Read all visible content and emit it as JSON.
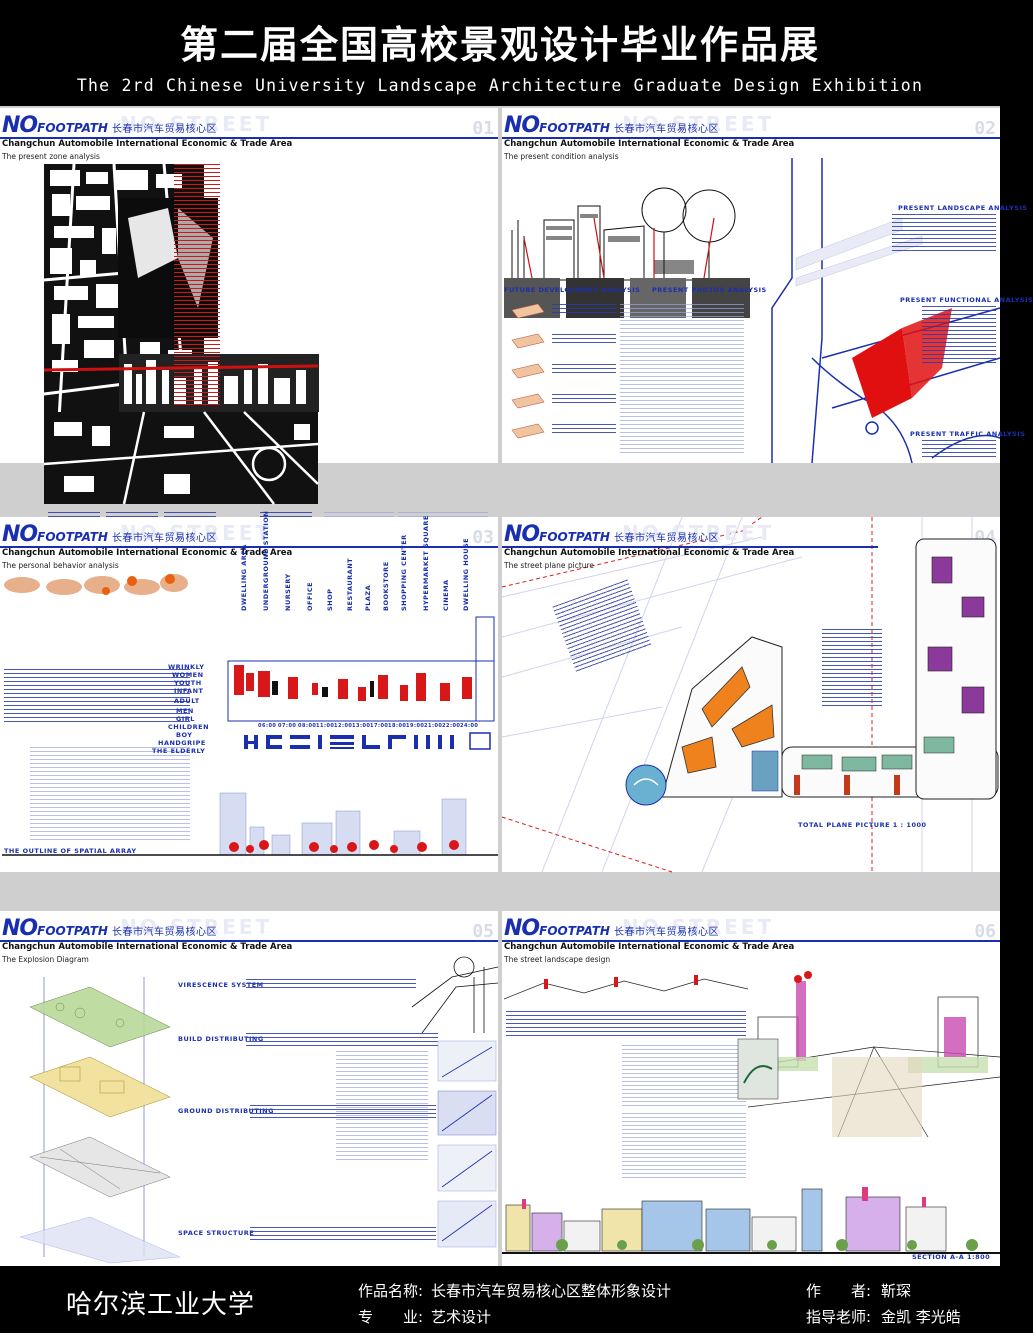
{
  "header": {
    "title_cn": "第二届全国高校景观设计毕业作品展",
    "title_en": "The 2rd Chinese University Landscape Architecture Graduate Design Exhibition"
  },
  "brand": {
    "no": "NO",
    "footpath": "FOOTPATH",
    "subtitle": "Changchun Automobile International Economic & Trade Area",
    "ghost": "NO STREET"
  },
  "panels": {
    "p1": {
      "section": "The present zone analysis",
      "num": "01"
    },
    "p2": {
      "section": "The present condition analysis",
      "num": "02",
      "future": "FUTURE DEVELOPMENT ANALYSIS",
      "photos": "PRESENT PHOTOS ANALYSIS",
      "landscape": "PRESENT LANDSCAPE ANALYSIS",
      "functional": "PRESENT FUNCTIONAL ANALYSIS",
      "traffic": "PRESENT TRAFFIC ANALYSIS"
    },
    "p3": {
      "section": "The personal behavior analysis",
      "num": "03",
      "outline": "THE OUTLINE OF SPATIAL ARRAY",
      "age_labels": [
        "WRINKLY",
        "WOMEN",
        "YOUTH",
        "INFANT",
        "ADULT",
        "MEN",
        "GIRL",
        "CHILDREN",
        "BOY",
        "HANDGRIPE",
        "THE ELDERLY"
      ],
      "columns": [
        "DWELLING AREA",
        "UNDERGROUND STATION",
        "NURSERY",
        "OFFICE",
        "SHOP",
        "RESTAURANT",
        "PLAZA",
        "BOOKSTORE",
        "SHOPPING CENTER",
        "HYPERMARKET SQUARE",
        "CINEMA",
        "DWELLING HOUSE"
      ],
      "times": [
        "06:00",
        "07:00",
        "08:00",
        "11:00",
        "12:00",
        "13:00",
        "17:00",
        "18:00",
        "19:00",
        "21:00",
        "22:00",
        "24:00"
      ]
    },
    "p4": {
      "section": "The street plane picture",
      "num": "04",
      "scale": "TOTAL PLANE PICTURE 1 : 1000"
    },
    "p5": {
      "section": "The Explosion Diagram",
      "num": "05",
      "layers": [
        "VIRESCENCE SYSTEM",
        "BUILD DISTRIBUTING",
        "GROUND DISTRIBUTING",
        "SPACE STRUCTURE"
      ]
    },
    "p6": {
      "section": "The street landscape design",
      "num": "06",
      "section_label": "SECTION A-A 1:800"
    }
  },
  "footer": {
    "school": "哈尔滨工业大学",
    "work_label": "作品名称:",
    "work_value": "长春市汽车贸易核心区整体形象设计",
    "major_label": "专　　业:",
    "major_value": "艺术设计",
    "author_label": "作　　者:",
    "author_value": "靳琛",
    "advisor_label": "指导老师:",
    "advisor_value": "金凯 李光皓"
  }
}
